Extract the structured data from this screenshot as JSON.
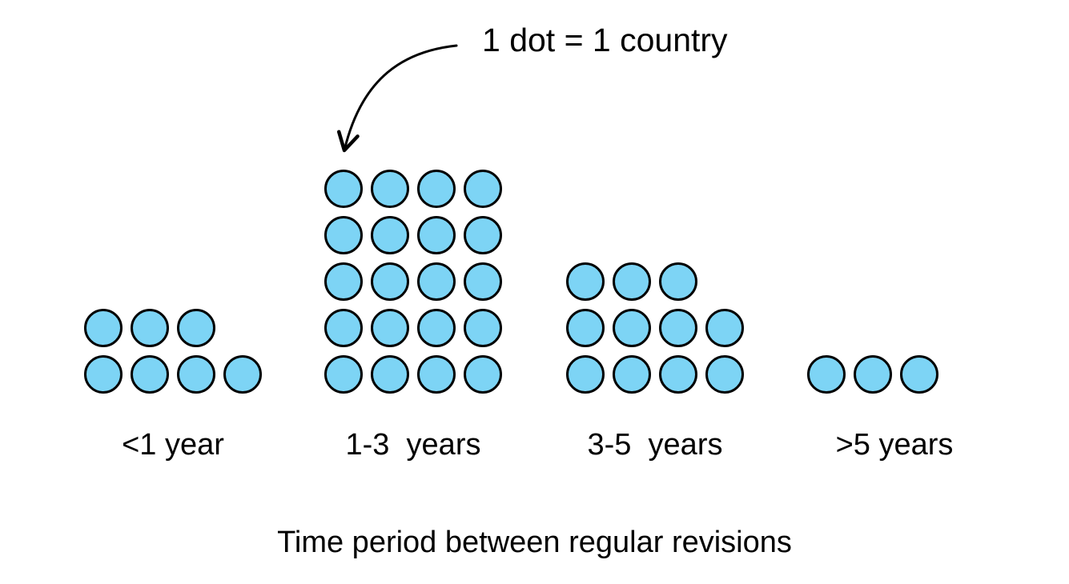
{
  "chart_data": {
    "type": "pictogram",
    "title": "Time period between regular revisions",
    "xlabel": "Time period between regular revisions",
    "dot_unit_label": "1 dot = 1 country",
    "categories": [
      "<1 year",
      "1-3  years",
      "3-5  years",
      ">5 years"
    ],
    "values": [
      7,
      20,
      11,
      3
    ],
    "dot_fill": "#7DD4F5",
    "dot_stroke": "#000000",
    "layout": {
      "dots_per_row": 4,
      "remainder_row_position": "top",
      "row_alignment": "left",
      "grid": false,
      "annotation_position": "top-center",
      "axis_title_position": "bottom-center"
    }
  }
}
